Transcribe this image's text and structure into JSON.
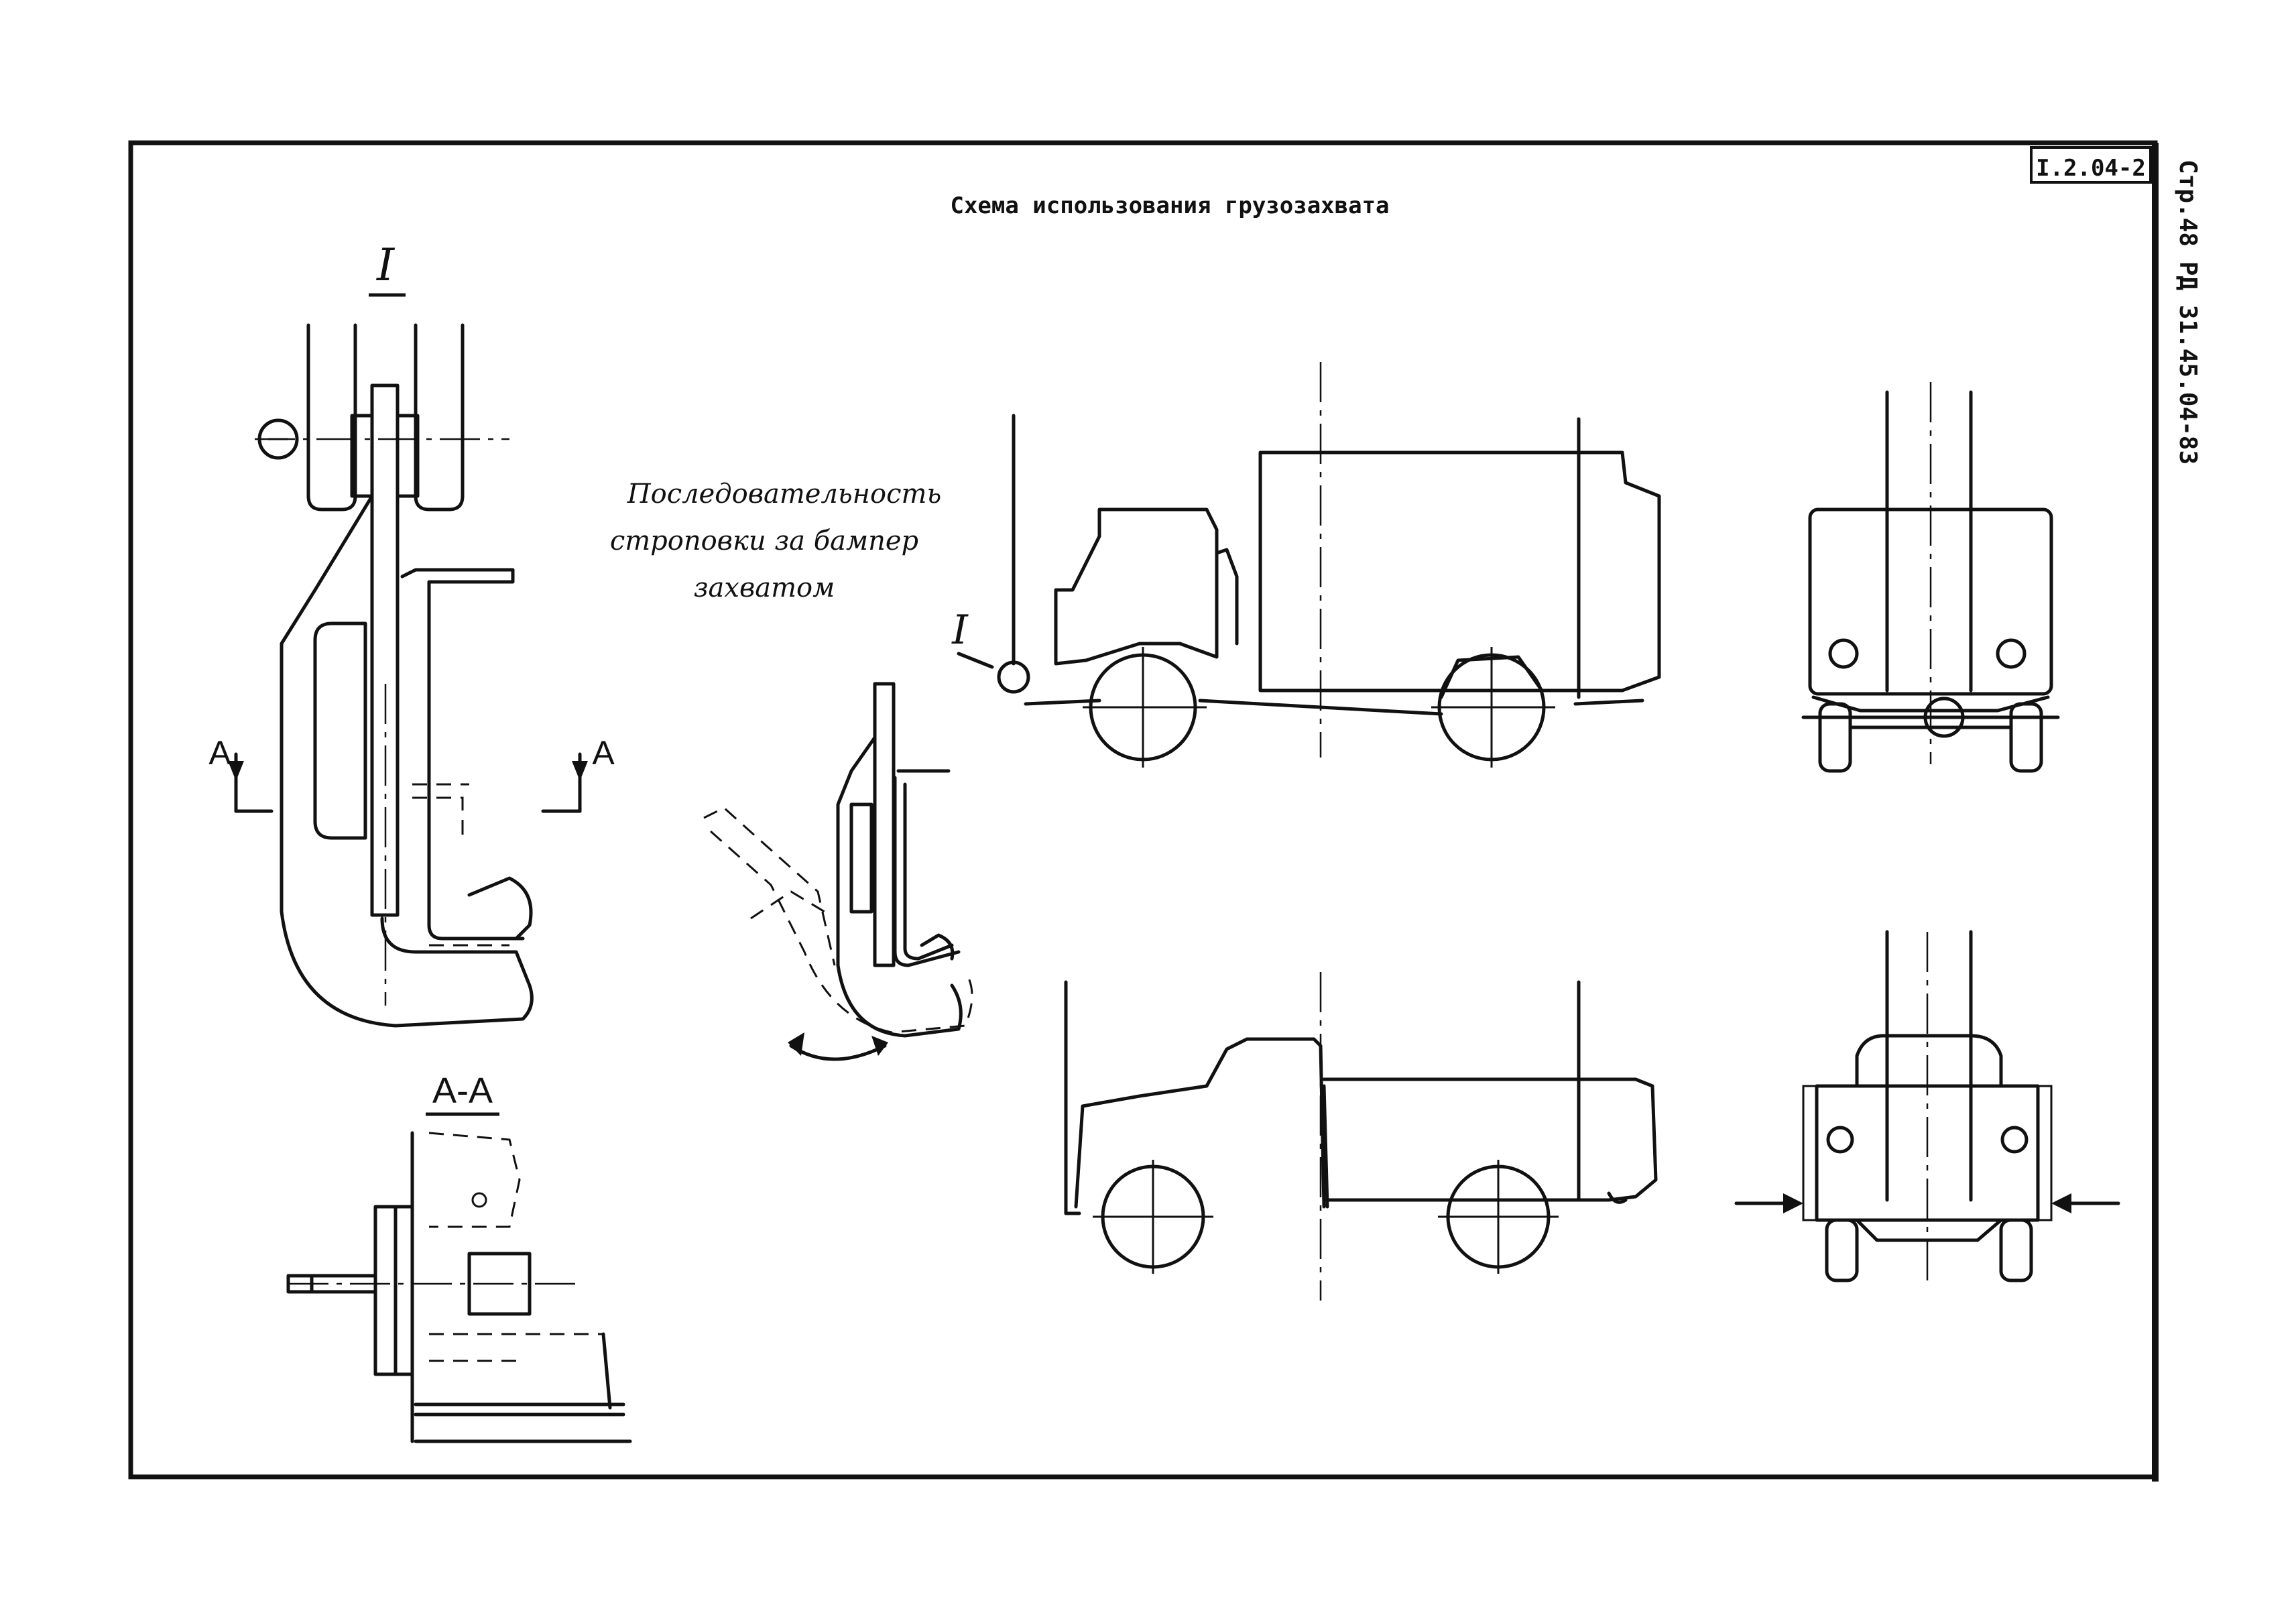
{
  "sheet": {
    "title": "Схема использования грузозахвата",
    "code": "I.2.04-2",
    "side_stamp": "Стр.48 РД 31.45.04-83"
  },
  "labels": {
    "detail": "I",
    "detail_truck": "I",
    "section_left": "A",
    "section_right": "A",
    "section_title": "A-A"
  },
  "note": {
    "line1": "Последовательность",
    "line2": "строповки за бампер",
    "line3": "захватом"
  }
}
